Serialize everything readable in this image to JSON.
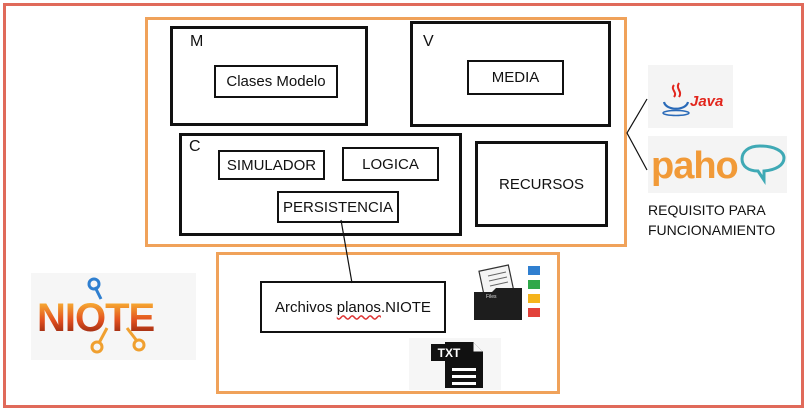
{
  "mvc": {
    "m_letter": "M",
    "m_item": "Clases Modelo",
    "v_letter": "V",
    "v_item": "MEDIA",
    "c_letter": "C",
    "c_items": [
      "SIMULADOR",
      "LOGICA",
      "PERSISTENCIA"
    ],
    "recursos": "RECURSOS"
  },
  "storage": {
    "archivos_prefix": "Archivos ",
    "archivos_planos": "planos",
    "archivos_suffix": ".NIOTE",
    "txt_icon_label": "TXT",
    "folder_icon_label": "Files"
  },
  "requirements": {
    "java_logo": "Java",
    "paho_logo": "paho",
    "caption_line1": "REQUISITO PARA",
    "caption_line2": "FUNCIONAMIENTO"
  },
  "brand": {
    "logo_text": "NIOTE"
  },
  "colors": {
    "outer_border": "#e06a5a",
    "group_border": "#f0a25a",
    "java_red": "#e2261d",
    "java_blue": "#2a6ab8",
    "paho_orange": "#f19a38",
    "paho_teal": "#3fa9b5",
    "logo_gradient": [
      "#ffcf3a",
      "#e2501f",
      "#7a1a0d"
    ]
  }
}
